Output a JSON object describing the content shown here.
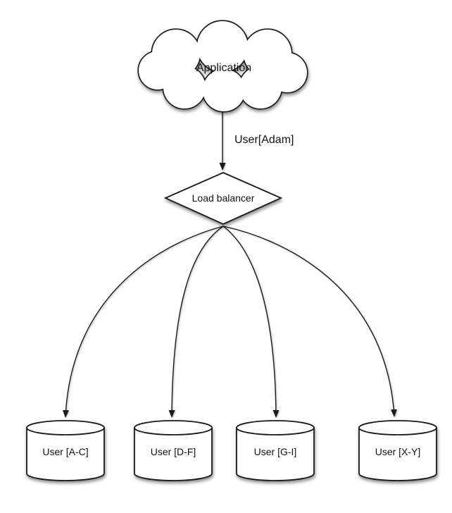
{
  "diagram": {
    "type": "architecture-diagram",
    "background_color": "#ffffff",
    "line_color": "#1a1a1a",
    "shape_fill_color": "#ffffff",
    "nodes": {
      "application": {
        "shape": "cloud",
        "label": "Application"
      },
      "load_balancer": {
        "shape": "diamond",
        "label": "Load balancer"
      },
      "shard_ac": {
        "shape": "cylinder",
        "label": "User [A-C]"
      },
      "shard_df": {
        "shape": "cylinder",
        "label": "User [D-F]"
      },
      "shard_gi": {
        "shape": "cylinder",
        "label": "User [G-I]"
      },
      "shard_xy": {
        "shape": "cylinder",
        "label": "User [X-Y]"
      }
    },
    "edges": {
      "app_to_lb": {
        "from": "application",
        "to": "load_balancer",
        "label": "User[Adam]"
      },
      "lb_to_shard_ac": {
        "from": "load_balancer",
        "to": "shard_ac"
      },
      "lb_to_shard_df": {
        "from": "load_balancer",
        "to": "shard_df"
      },
      "lb_to_shard_gi": {
        "from": "load_balancer",
        "to": "shard_gi"
      },
      "lb_to_shard_xy": {
        "from": "load_balancer",
        "to": "shard_xy"
      }
    }
  }
}
